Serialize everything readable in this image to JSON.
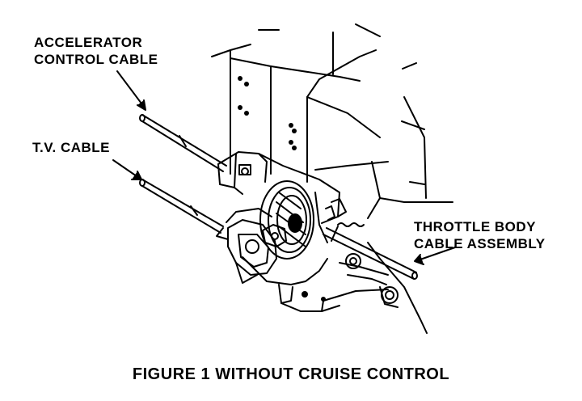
{
  "labels": {
    "accelerator_line1": "ACCELERATOR",
    "accelerator_line2": "CONTROL CABLE",
    "tv_cable": "T.V. CABLE",
    "throttle_line1": "THROTTLE BODY",
    "throttle_line2": "CABLE ASSEMBLY"
  },
  "caption": "FIGURE 1  WITHOUT CRUISE CONTROL",
  "colors": {
    "ink": "#000000",
    "paper": "#ffffff"
  }
}
